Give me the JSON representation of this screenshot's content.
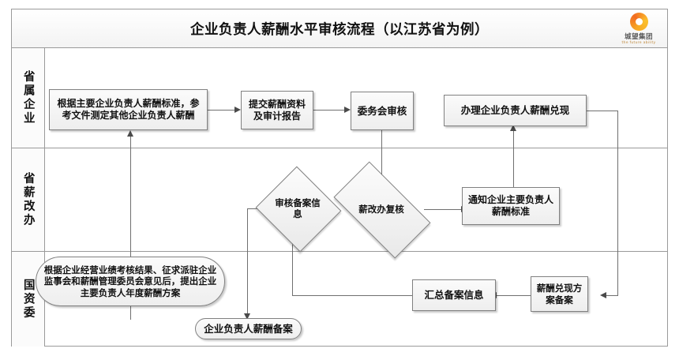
{
  "header": {
    "title": "企业负责人薪酬水平审核流程（以江苏省为例）",
    "logo": {
      "icon": "spiral-logo-icon",
      "name": "城望集团",
      "tagline": "the future ability",
      "color": "#f7a823"
    }
  },
  "lanes": [
    {
      "id": "lane-province-enterprise",
      "label": "省属企业"
    },
    {
      "id": "lane-salary-reform-office",
      "label": "省薪改办"
    },
    {
      "id": "lane-sasac",
      "label": "国资委"
    }
  ],
  "nodes": [
    {
      "id": "node-measure-standard",
      "shape": "rect",
      "text": "根据主要企业负责人薪酬标准，参考文件测定其他企业负责人薪酬",
      "lane": "省属企业"
    },
    {
      "id": "node-submit-materials",
      "shape": "rect",
      "text": "提交薪酬资料及审计报告",
      "lane": "省属企业"
    },
    {
      "id": "node-committee-review",
      "shape": "rect",
      "text": "委务会审核",
      "lane": "省属企业"
    },
    {
      "id": "node-handle-payout",
      "shape": "rect",
      "text": "办理企业负责人薪酬兑现",
      "lane": "省属企业"
    },
    {
      "id": "node-review-record-info",
      "shape": "diamond",
      "text": "审核备案信息",
      "lane": "省薪改办"
    },
    {
      "id": "node-reform-office-recheck",
      "shape": "diamond",
      "text": "薪改办复核",
      "lane": "省薪改办"
    },
    {
      "id": "node-notify-standard",
      "shape": "rect",
      "text": "通知企业主要负责人薪酬标准",
      "lane": "省薪改办"
    },
    {
      "id": "node-propose-plan",
      "shape": "round",
      "text": "根据企业经营业绩考核结果、征求派驻企业监事会和薪酬管理委员会意见后，提出企业主要负责人年度薪酬方案",
      "lane": "国资委"
    },
    {
      "id": "node-summary-record-info",
      "shape": "rect",
      "text": "汇总备案信息",
      "lane": "国资委"
    },
    {
      "id": "node-payout-plan-record",
      "shape": "rect",
      "text": "薪酬兑现方案备案",
      "lane": "国资委"
    },
    {
      "id": "node-salary-record",
      "shape": "round",
      "text": "企业负责人薪酬备案",
      "lane": "国资委"
    }
  ],
  "connectors": [
    {
      "from": "node-measure-standard",
      "to": "node-submit-materials",
      "direction": "right"
    },
    {
      "from": "node-submit-materials",
      "to": "node-committee-review",
      "direction": "right"
    },
    {
      "from": "node-committee-review",
      "to": "node-reform-office-recheck",
      "direction": "down"
    },
    {
      "from": "node-reform-office-recheck",
      "to": "node-notify-standard",
      "direction": "right"
    },
    {
      "from": "node-notify-standard",
      "to": "node-handle-payout",
      "direction": "up"
    },
    {
      "from": "node-handle-payout",
      "to": "node-payout-plan-record",
      "direction": "down-left"
    },
    {
      "from": "node-payout-plan-record",
      "to": "node-summary-record-info",
      "direction": "left"
    },
    {
      "from": "node-summary-record-info",
      "to": "node-review-record-info",
      "direction": "left-up"
    },
    {
      "from": "node-review-record-info",
      "to": "node-salary-record",
      "direction": "left-down"
    },
    {
      "from": "node-salary-record",
      "to": "node-measure-standard",
      "direction": "up"
    }
  ],
  "colors": {
    "frame_border": "#9a9a9a",
    "node_border": "#808080",
    "node_fill": "#f2f2f2",
    "connector": "#6f6f6f",
    "text": "#111111"
  }
}
